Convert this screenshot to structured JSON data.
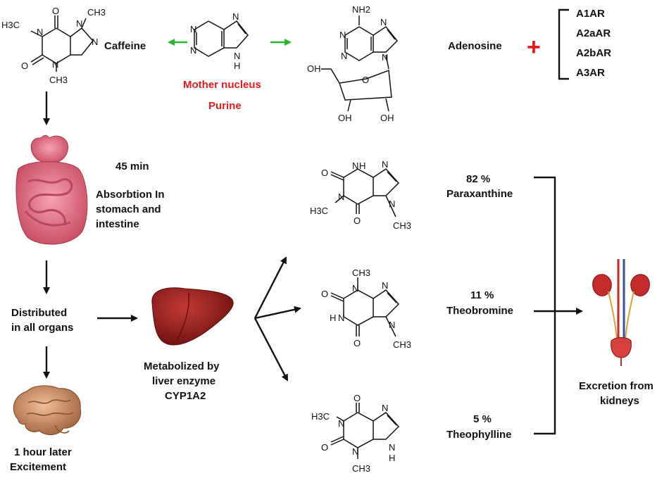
{
  "labels": {
    "caffeine": "Caffeine",
    "mother_nucleus": "Mother nucleus",
    "purine": "Purine",
    "adenosine": "Adenosine",
    "plus": "+",
    "receptors": [
      "A1AR",
      "A2aAR",
      "A2bAR",
      "A3AR"
    ],
    "absorption_time": "45 min",
    "absorption_lines": [
      "Absorbtion In",
      "stomach and",
      "intestine"
    ],
    "distributed_lines": [
      "Distributed",
      "in all organs"
    ],
    "excitement_lines": [
      "1 hour later",
      "Excitement"
    ],
    "metabolized_lines": [
      "Metabolized by",
      "liver enzyme",
      "CYP1A2"
    ],
    "metabolites": [
      {
        "percent": "82 %",
        "name": "Paraxanthine"
      },
      {
        "percent": "11 %",
        "name": "Theobromine"
      },
      {
        "percent": "5 %",
        "name": "Theophylline"
      }
    ],
    "excretion_lines": [
      "Excretion from",
      "kidneys"
    ]
  },
  "atoms": {
    "o": "O",
    "n": "N",
    "h": "H",
    "nh": "N\nH",
    "nh2": "NH2",
    "ch3": "CH3",
    "h3c": "H3C",
    "oh": "OH"
  },
  "colors": {
    "accent_red": "#e11d1d",
    "arrow_green": "#29b52d",
    "organ_pink": "#e06a7c",
    "liver": "#9c1c1c",
    "brain": "#c07a4a"
  },
  "icons": [
    "stomach-intestine-icon",
    "liver-icon",
    "brain-icon",
    "kidneys-icon"
  ]
}
